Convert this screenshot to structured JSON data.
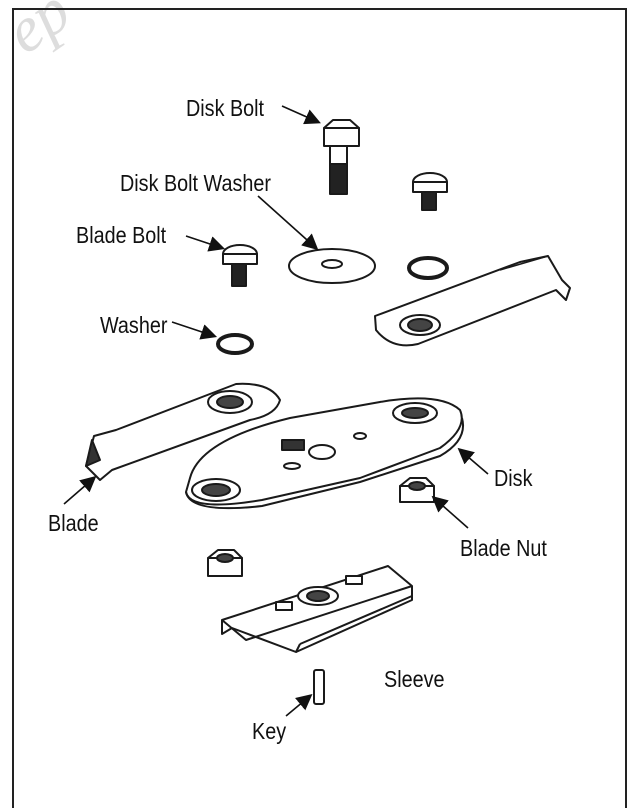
{
  "watermark": "ep",
  "labels": {
    "disk_bolt": "Disk Bolt",
    "disk_bolt_washer": "Disk Bolt Washer",
    "blade_bolt": "Blade Bolt",
    "washer": "Washer",
    "blade": "Blade",
    "disk": "Disk",
    "blade_nut": "Blade Nut",
    "sleeve": "Sleeve",
    "key": "Key"
  },
  "colors": {
    "line": "#1a1a1a",
    "fill": "#ffffff",
    "dark": "#222222"
  }
}
